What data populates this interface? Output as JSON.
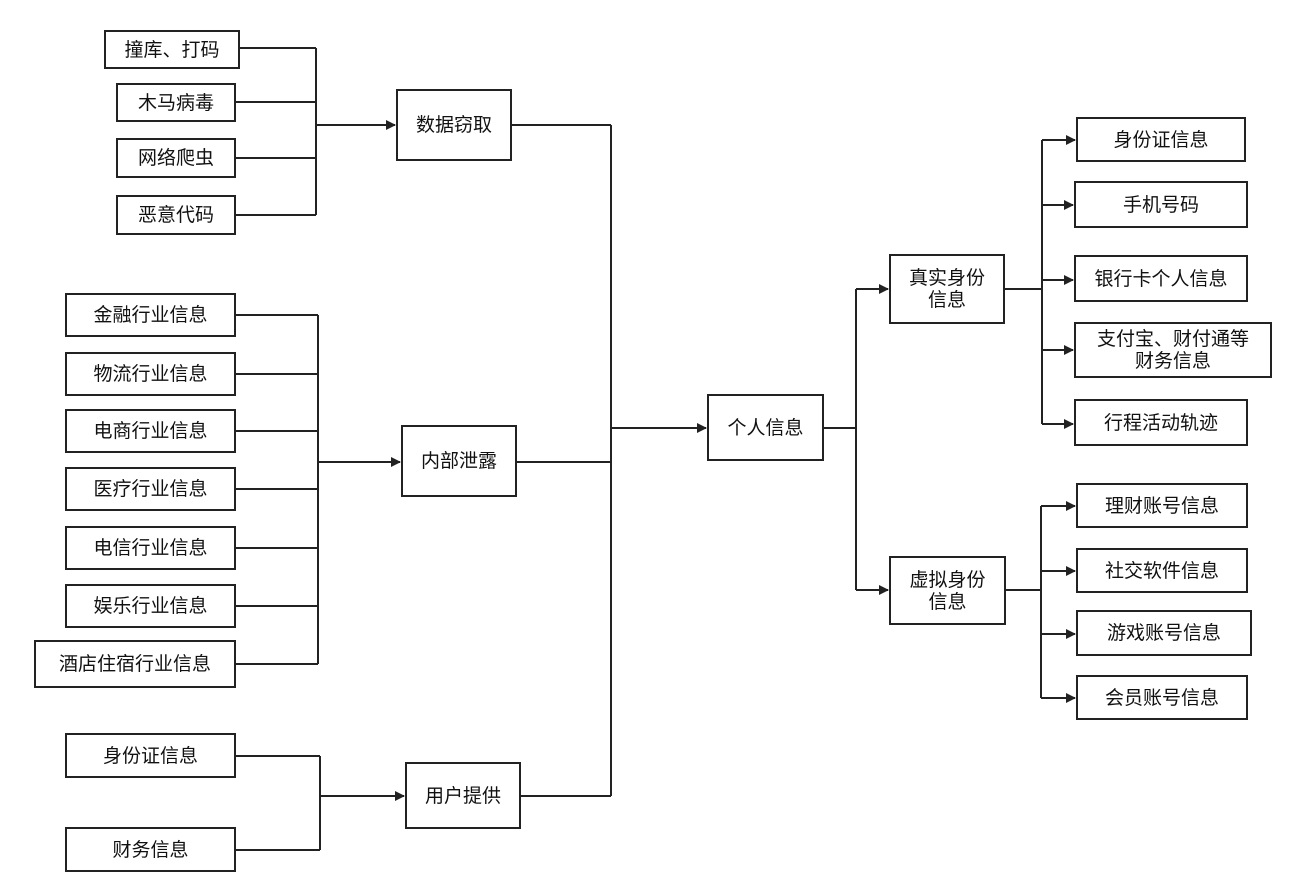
{
  "left_sources": {
    "theft_methods": [
      "撞库、打码",
      "木马病毒",
      "网络爬虫",
      "恶意代码"
    ],
    "industries": [
      "金融行业信息",
      "物流行业信息",
      "电商行业信息",
      "医疗行业信息",
      "电信行业信息",
      "娱乐行业信息",
      "酒店住宿行业信息"
    ],
    "user_items": [
      "身份证信息",
      "财务信息"
    ]
  },
  "channels": {
    "theft": "数据窃取",
    "leak": "内部泄露",
    "user": "用户提供"
  },
  "center": "个人信息",
  "identity": {
    "real": {
      "line1": "真实身份",
      "line2": "信息"
    },
    "virtual": {
      "line1": "虚拟身份",
      "line2": "信息"
    }
  },
  "real_items": [
    "身份证信息",
    "手机号码",
    "银行卡个人信息",
    "支付宝、财付通等",
    "财务信息",
    "行程活动轨迹"
  ],
  "virtual_items": [
    "理财账号信息",
    "社交软件信息",
    "游戏账号信息",
    "会员账号信息"
  ]
}
